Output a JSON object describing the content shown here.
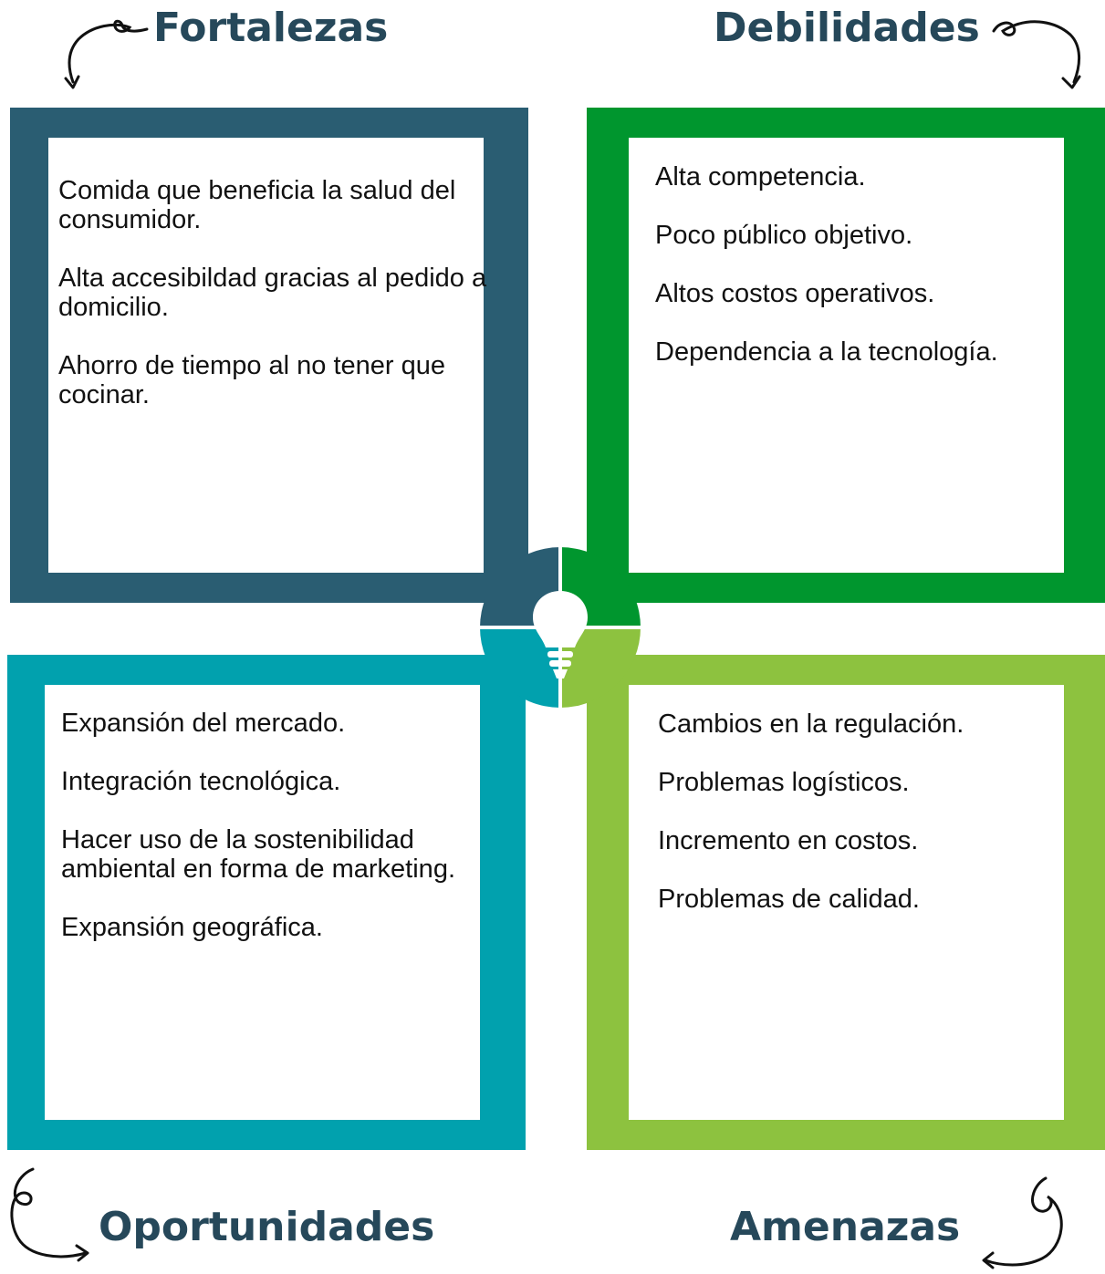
{
  "colors": {
    "fortalezas": "#2a5d72",
    "debilidades": "#00962e",
    "oportunidades": "#01a1ae",
    "amenazas": "#8dc23f",
    "heading": "#26485a"
  },
  "quadrants": {
    "fortalezas": {
      "title": "Fortalezas",
      "items": [
        "Comida que beneficia la salud del consumidor.",
        "Alta accesibildad gracias al pedido a domicilio.",
        "Ahorro de tiempo al no tener que cocinar."
      ]
    },
    "debilidades": {
      "title": "Debilidades",
      "items": [
        "Alta competencia.",
        "Poco público objetivo.",
        "Altos costos operativos.",
        "Dependencia a la tecnología."
      ]
    },
    "oportunidades": {
      "title": "Oportunidades",
      "items": [
        "Expansión del mercado.",
        "Integración tecnológica.",
        "Hacer uso de la sostenibilidad ambiental en forma de marketing.",
        "Expansión geográfica."
      ]
    },
    "amenazas": {
      "title": "Amenazas",
      "items": [
        "Cambios en la regulación.",
        "Problemas logísticos.",
        "Incremento en costos.",
        "Problemas de calidad."
      ]
    }
  },
  "center_icon": "lightbulb-icon",
  "arrow_icon": "curly-arrow-icon"
}
